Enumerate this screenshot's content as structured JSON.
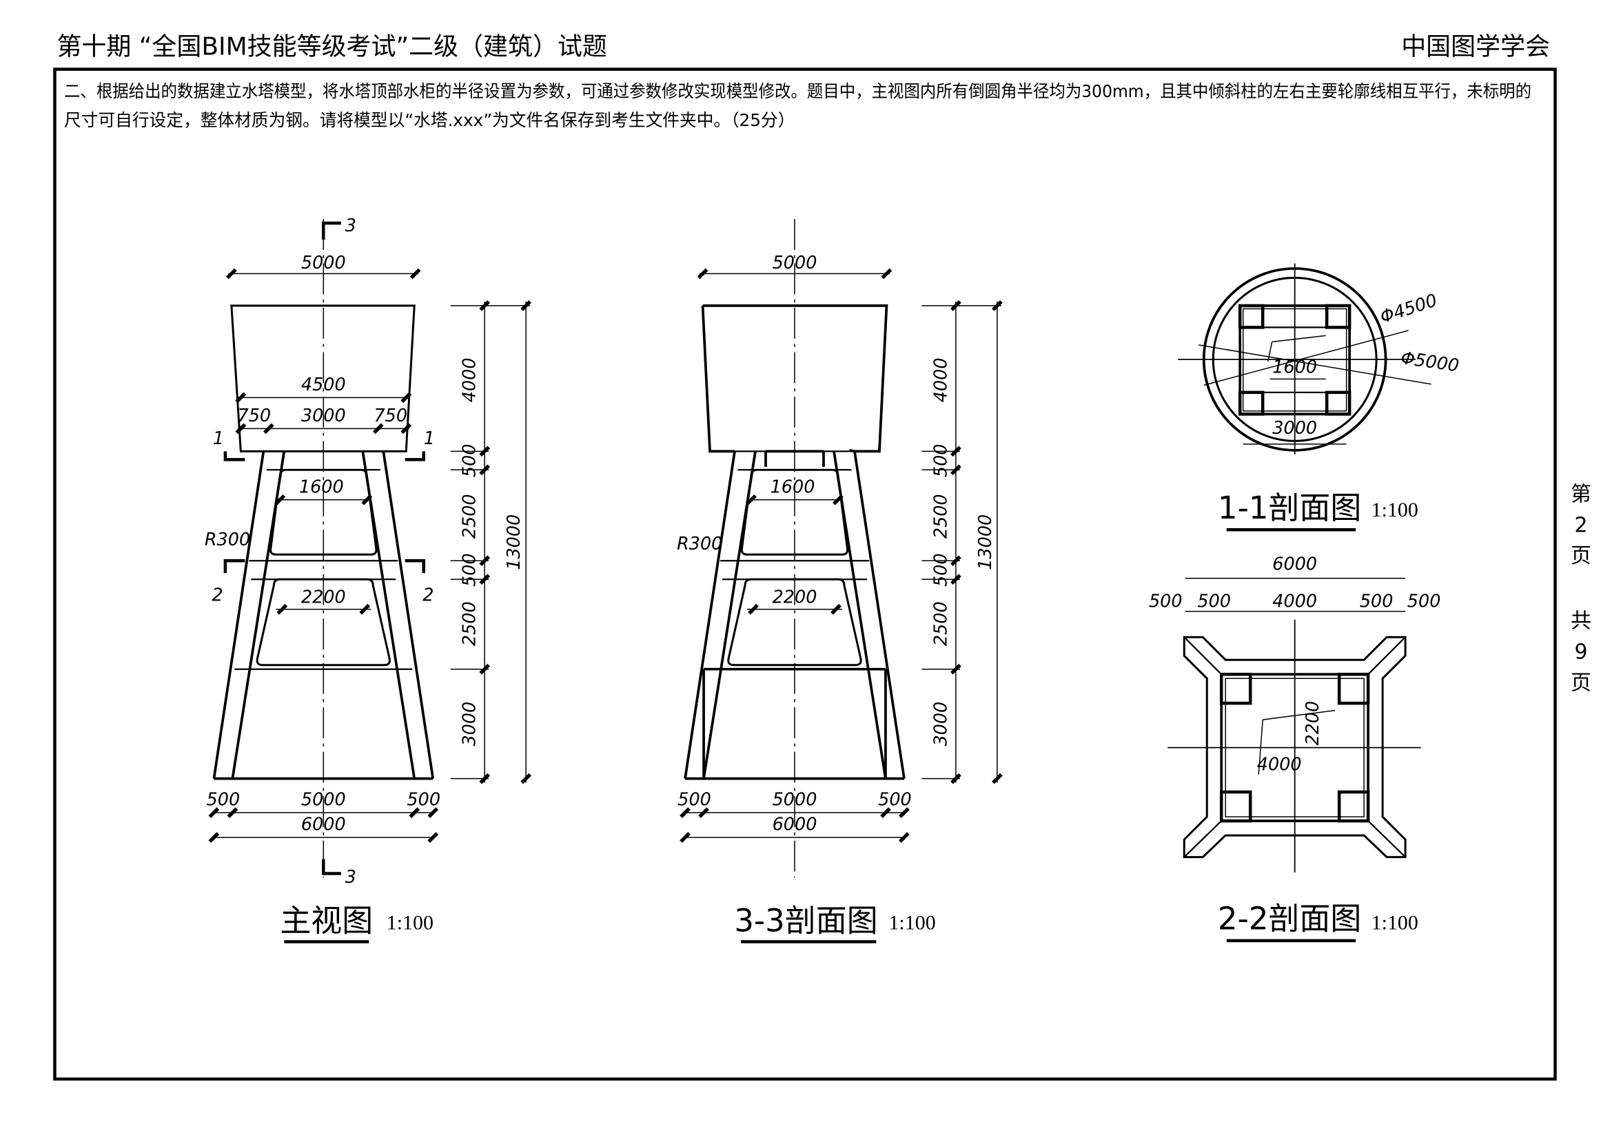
{
  "header": {
    "title": "第十期 “全国BIM技能等级考试”二级（建筑）试题",
    "org": "中国图学学会"
  },
  "question": {
    "line1": "二、根据给出的数据建立水塔模型，将水塔顶部水柜的半径设置为参数，可通过参数修改实现模型修改。题目中，主视图内所有倒圆角半径均为300mm，且其中倾斜柱的左右主要轮廓线相互平行，未标明的",
    "line2": "尺寸可自行设定，整体材质为钢。请将模型以“水塔.xxx”为文件名保存到考生文件夹中。（25分）"
  },
  "page": {
    "c1": "第",
    "c2": "2",
    "c3": "页",
    "c4": "共",
    "c5": "9",
    "c6": "页"
  },
  "main_view": {
    "title": "主视图",
    "scale": "1:100",
    "section_mark": "3",
    "section_1": "1",
    "section_2": "2",
    "radius": "R300",
    "top_width": "5000",
    "tank_bottom": "4500",
    "side_750": "750",
    "mid_3000": "3000",
    "opening_upper": "1600",
    "opening_lower": "2200",
    "base_side": "500",
    "base_mid": "5000",
    "base_total": "6000",
    "h_tank": "4000",
    "h_beam": "500",
    "h_mid": "2500",
    "h_base": "3000",
    "h_total": "13000"
  },
  "section_33": {
    "title": "3-3剖面图",
    "scale": "1:100"
  },
  "section_11": {
    "title": "1-1剖面图",
    "scale": "1:100",
    "d_inner": "Φ4500",
    "d_outer": "Φ5000",
    "span": "1600",
    "square": "3000"
  },
  "section_22": {
    "title": "2-2剖面图",
    "scale": "1:100",
    "total": "6000",
    "side": "500",
    "inner": "4000",
    "diag_a": "2200",
    "diag_b": "4000"
  }
}
